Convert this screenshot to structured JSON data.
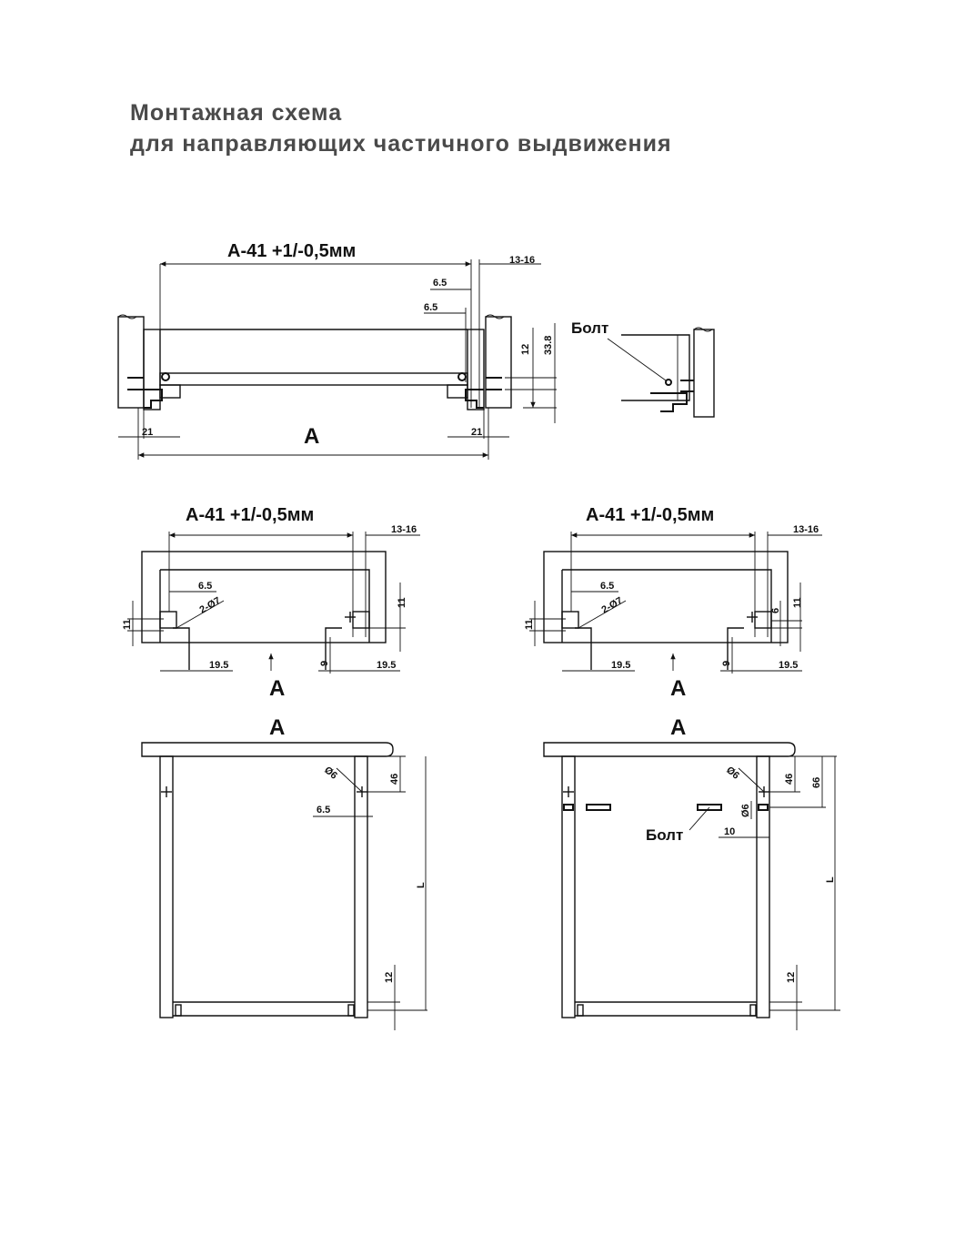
{
  "title": {
    "line1": "Монтажная схема",
    "line2": "для направляющих частичного выдвижения"
  },
  "top_view": {
    "formula": "A-41 +1/-0,5мм",
    "dim_13_16": "13-16",
    "dim_6_5_a": "6.5",
    "dim_6_5_b": "6.5",
    "dim_12": "12",
    "dim_33_8": "33.8",
    "dim_21_left": "21",
    "dim_21_right": "21",
    "label_a": "A",
    "bolt": "Болт"
  },
  "front_left": {
    "formula": "A-41 +1/-0,5мм",
    "dim_13_16": "13-16",
    "dim_6_5": "6.5",
    "dim_hole": "2-Ø7",
    "dim_11_left": "11",
    "dim_11_right": "11",
    "dim_9": "9",
    "dim_19_5_left": "19.5",
    "dim_19_5_right": "19.5",
    "label_a": "A"
  },
  "front_right": {
    "formula": "A-41 +1/-0,5мм",
    "dim_13_16": "13-16",
    "dim_6_5": "6.5",
    "dim_hole": "2-Ø7",
    "dim_11_left": "11",
    "dim_11_right": "11",
    "dim_6": "6",
    "dim_9": "9",
    "dim_19_5_left": "19.5",
    "dim_19_5_right": "19.5",
    "label_a": "A"
  },
  "side_left": {
    "label_a": "A",
    "dim_d6": "Ø6",
    "dim_46": "46",
    "dim_6_5": "6.5",
    "dim_l": "L",
    "dim_12": "12"
  },
  "side_right": {
    "label_a": "A",
    "dim_d6_top": "Ø6",
    "dim_d6_side": "Ø6",
    "dim_46": "46",
    "dim_66": "66",
    "dim_10": "10",
    "bolt": "Болт",
    "dim_l": "L",
    "dim_12": "12"
  }
}
